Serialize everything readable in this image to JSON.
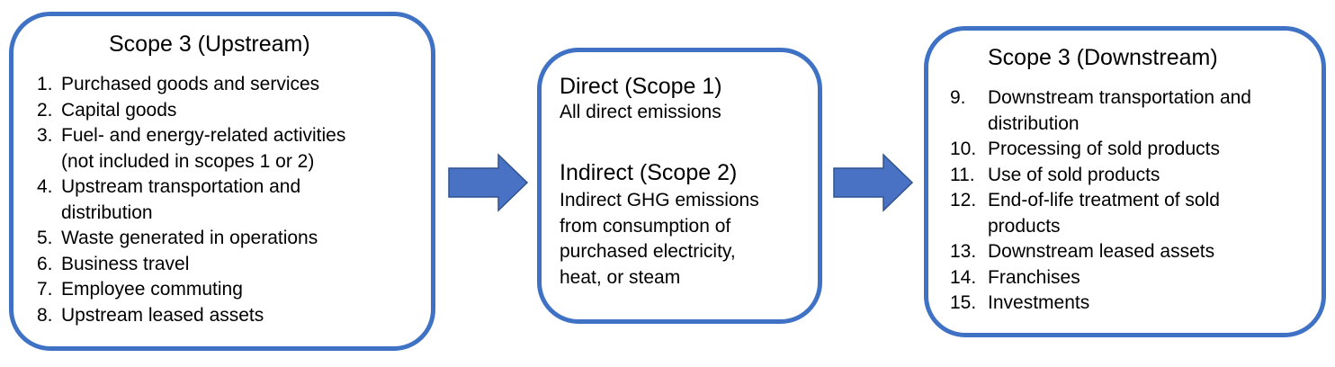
{
  "upstream": {
    "title": "Scope 3 (Upstream)",
    "items": [
      {
        "num": "1.",
        "lines": [
          "Purchased goods and services"
        ]
      },
      {
        "num": "2.",
        "lines": [
          "Capital goods"
        ]
      },
      {
        "num": "3.",
        "lines": [
          "Fuel- and energy-related activities",
          "(not included in scopes 1 or 2)"
        ]
      },
      {
        "num": "4.",
        "lines": [
          "Upstream transportation and",
          "distribution"
        ]
      },
      {
        "num": "5.",
        "lines": [
          "Waste generated in operations"
        ]
      },
      {
        "num": "6.",
        "lines": [
          "Business travel"
        ]
      },
      {
        "num": "7.",
        "lines": [
          "Employee commuting"
        ]
      },
      {
        "num": "8.",
        "lines": [
          "Upstream leased assets"
        ]
      }
    ]
  },
  "direct": {
    "scope1_title": "Direct (Scope 1)",
    "scope1_desc": "All direct emissions",
    "scope2_title": "Indirect (Scope 2)",
    "scope2_desc_lines": [
      "Indirect GHG emissions",
      "from consumption of",
      "purchased electricity,",
      "heat, or steam"
    ]
  },
  "downstream": {
    "title": "Scope 3 (Downstream)",
    "items": [
      {
        "num": "9.",
        "lines": [
          "Downstream transportation and",
          "distribution"
        ]
      },
      {
        "num": "10.",
        "lines": [
          "Processing of sold products"
        ]
      },
      {
        "num": "11.",
        "lines": [
          "Use of sold products"
        ]
      },
      {
        "num": "12.",
        "lines": [
          "End-of-life treatment of sold",
          "products"
        ]
      },
      {
        "num": "13.",
        "lines": [
          "Downstream leased assets"
        ]
      },
      {
        "num": "14.",
        "lines": [
          "Franchises"
        ]
      },
      {
        "num": "15.",
        "lines": [
          "Investments"
        ]
      }
    ]
  },
  "colors": {
    "box_border": "#3f72c4",
    "arrow_fill": "#4a72c4",
    "arrow_stroke": "#2f528f"
  }
}
